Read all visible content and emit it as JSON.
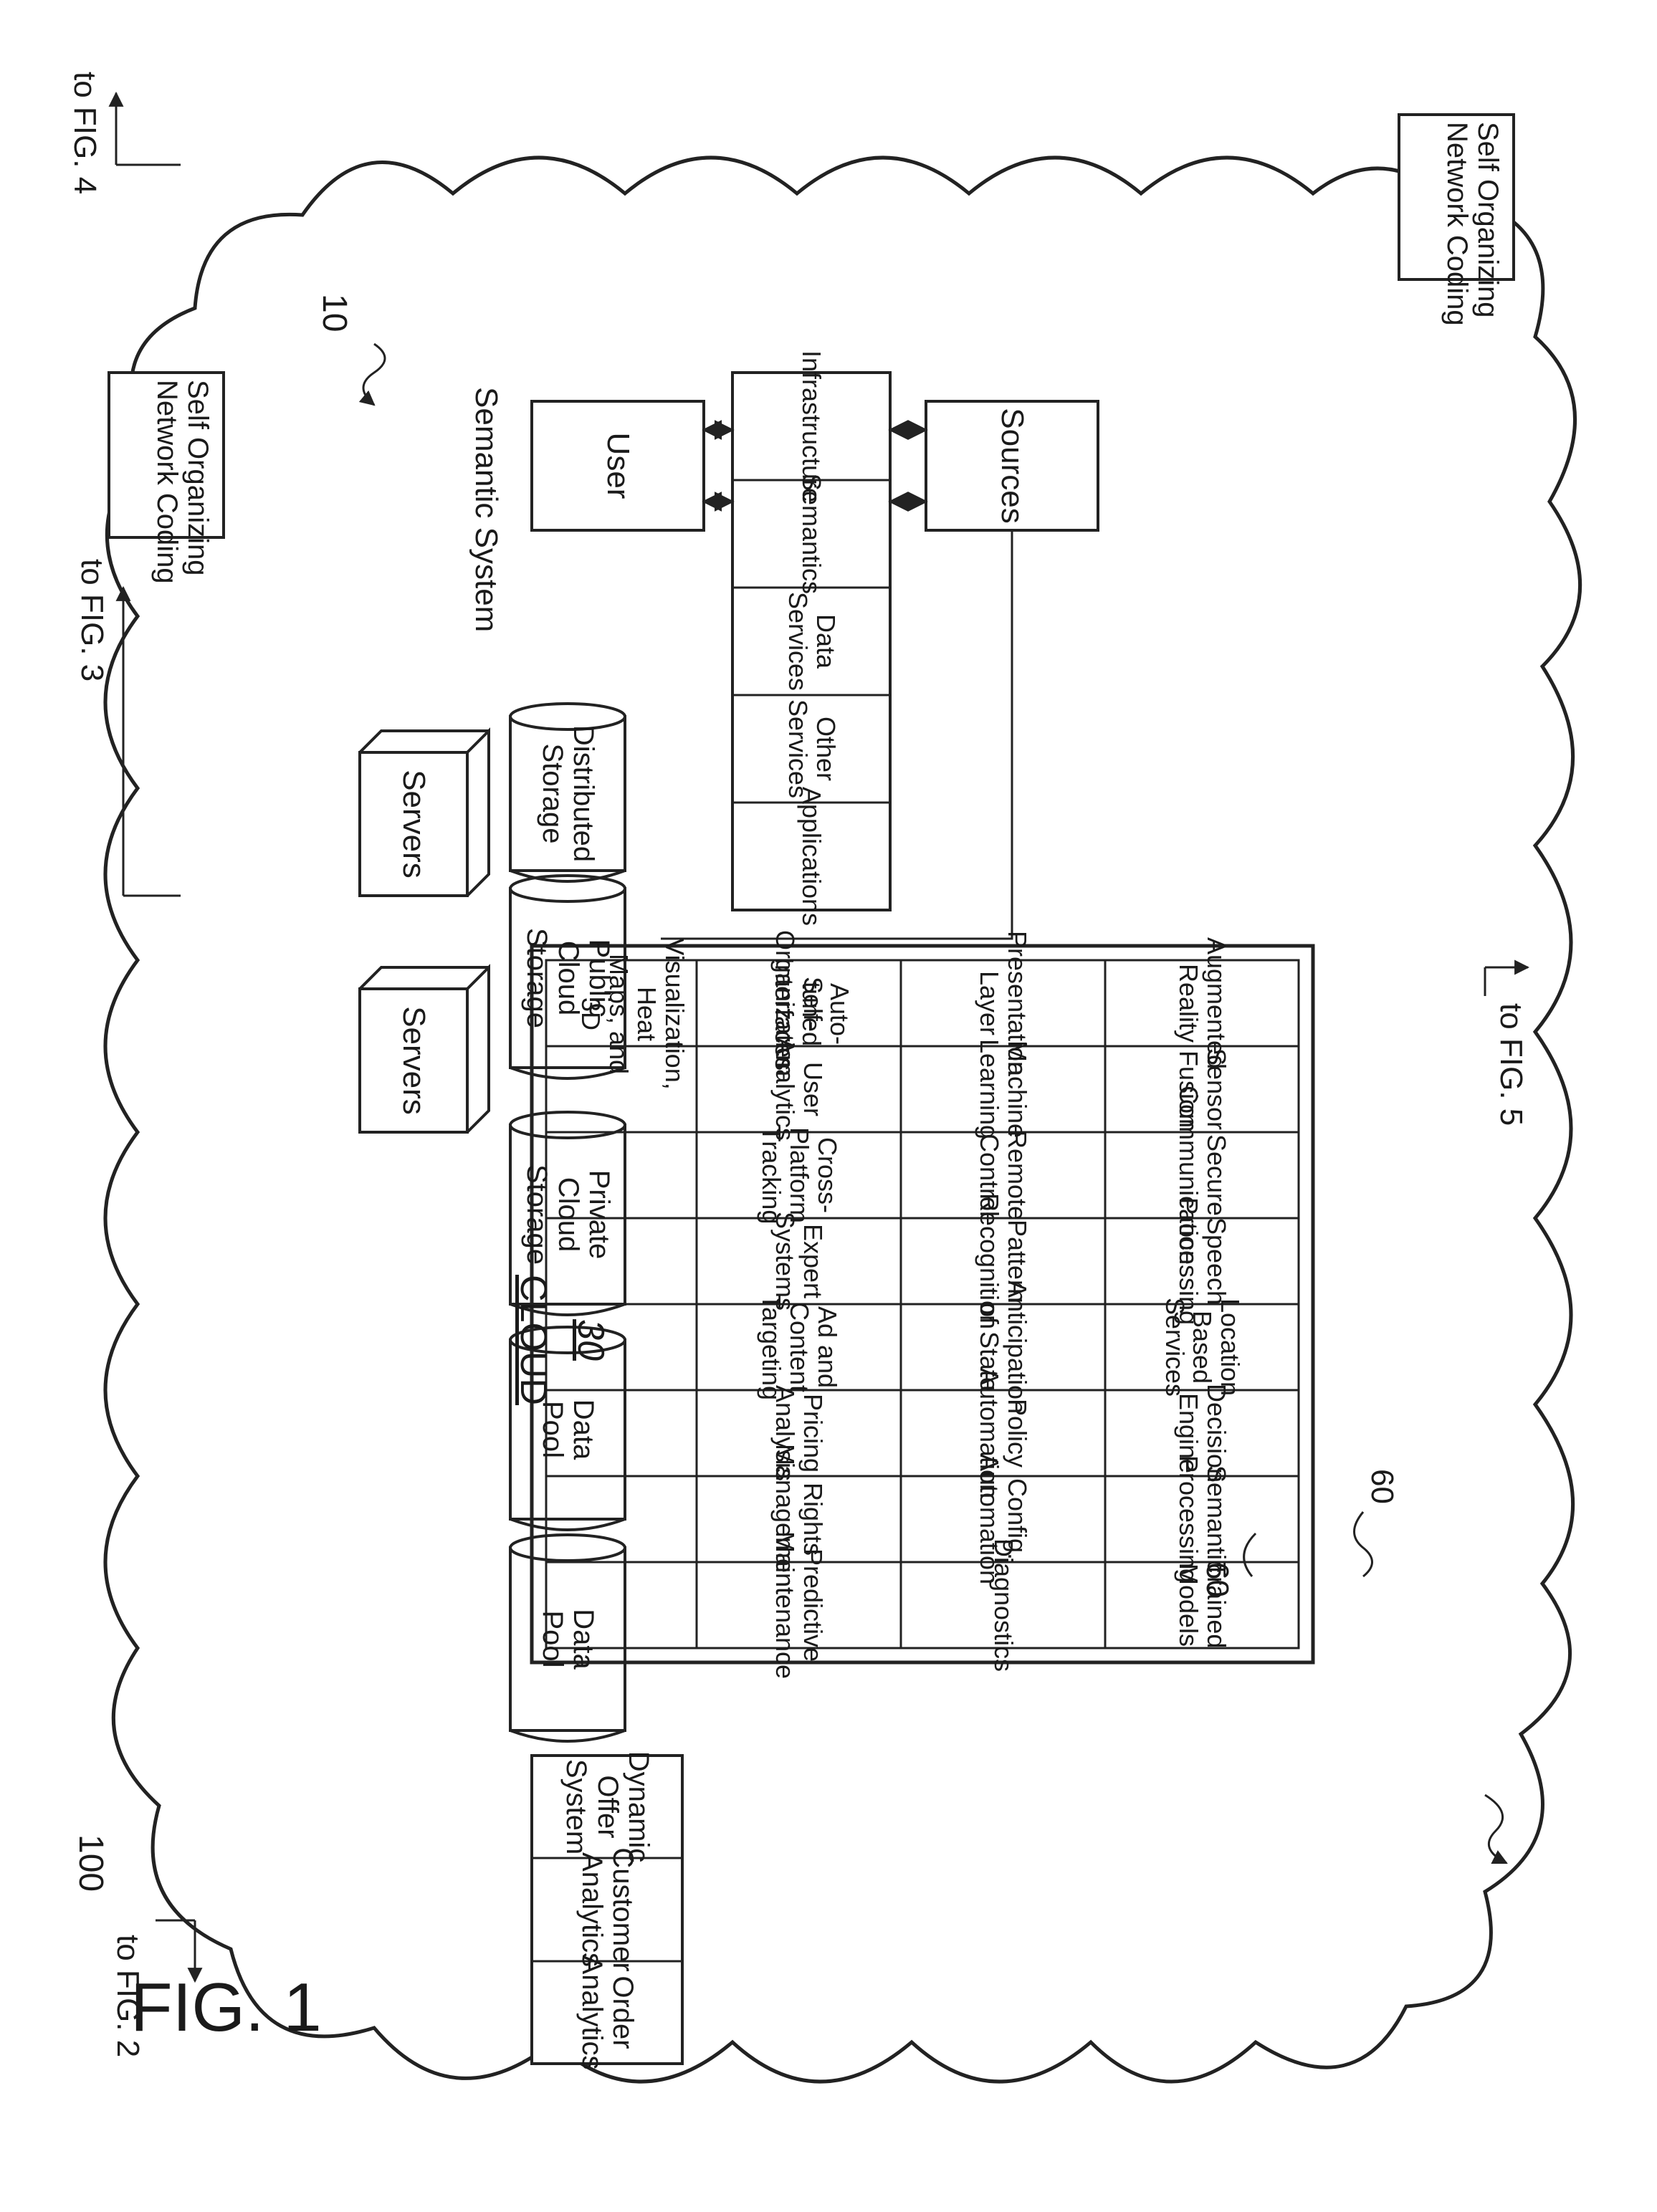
{
  "figure": {
    "title": "FIG. 1",
    "ref_system": "100",
    "ref_cloud_shape": "10",
    "cloud_label": "CLOUD",
    "cloud_ref": "30",
    "pool_ref_top": "60",
    "pool_ref_bottom": "60"
  },
  "links": {
    "fig2": "to FIG. 2",
    "fig3": "to FIG. 3",
    "fig4": "to FIG. 4",
    "fig5": "to FIG. 5"
  },
  "sonc_boxes": {
    "right": "Self Organizing\nNetwork Coding",
    "top": "Self Organizing\nNetwork Coding"
  },
  "analytics_stack": [
    "Dynamic\nOffer System",
    "Customer\nAnalytics",
    "Order\nAnalytics"
  ],
  "storage": [
    "Distributed\nStorage",
    "Public\nCloud\nStorage",
    "Private\nCloud\nStorage",
    "Data\nPool",
    "Data\nPool"
  ],
  "servers": [
    "Servers",
    "Servers"
  ],
  "services_grid": {
    "rows": [
      [
        "Predictive\nMaintenance",
        "Diagnostics",
        "Trained\nModels"
      ],
      [
        "Rights\nManagement",
        "Config.\nAutomation",
        "Semantic\nProcessing"
      ],
      [
        "Pricing\nAnalysis",
        "Policy\nAutomation",
        "Decision\nEngine"
      ],
      [
        "Ad and\nContent Targeting",
        "Anticipation\nof State",
        "Location Based\nServices"
      ],
      [
        "Expert\nSystems",
        "Pattern\nRecognition",
        "Speech\nProcessing"
      ],
      [
        "Cross-Platform\nTracking",
        "Remote\nControl",
        "Secure\nCommunication"
      ],
      [
        "User\nAnalytics",
        "Machine\nLearning",
        "Sensor\nFusion"
      ],
      [
        "Self-\nOrganization",
        "Presentation\nLayer",
        "Augmented\nReality"
      ]
    ],
    "footer": [
      "Visualization, Heat\nMaps, and 3D",
      "Auto-tuned\nInterfaces"
    ]
  },
  "semantic_system": {
    "title": "Semantic System",
    "user": "User",
    "sources": "Sources",
    "layers": [
      "Applications",
      "Other Services",
      "Data Services",
      "Semantics",
      "Infrastructure"
    ]
  }
}
